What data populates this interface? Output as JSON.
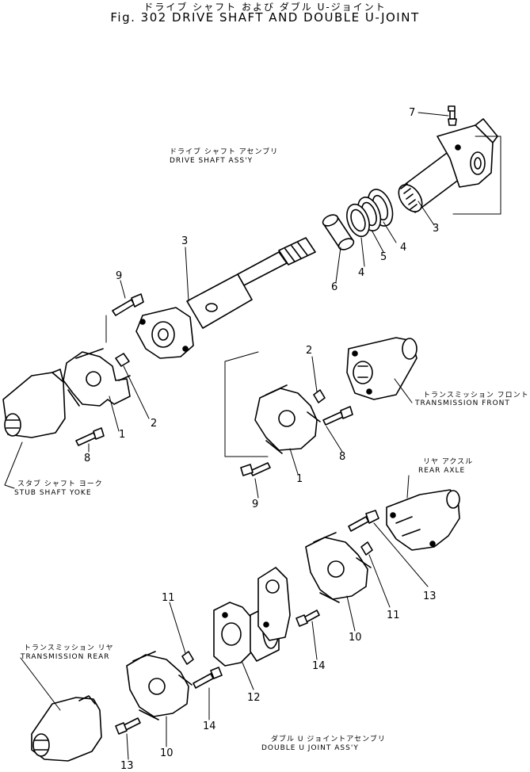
{
  "header": {
    "title_jp": "ドライブ シャフト および ダブル U-ジョイント",
    "title_en": "Fig. 302  DRIVE SHAFT AND DOUBLE U-JOINT"
  },
  "labels": {
    "drive_jp": "ドライブ シャフト アセンブリ",
    "drive_en": "DRIVE SHAFT ASS'Y",
    "trans_front_jp": "トランスミッション フロント",
    "trans_front_en": "TRANSMISSION FRONT",
    "stub_jp": "スタブ シャフト ヨーク",
    "stub_en": "STUB SHAFT YOKE",
    "rear_axle_jp": "リヤ アクスル",
    "rear_axle_en": "REAR AXLE",
    "trans_rear_jp": "トランスミッション リヤ",
    "trans_rear_en": "TRANSMISSION REAR",
    "double_jp": "ダブル U ジョイントアセンブリ",
    "double_en": "DOUBLE U JOINT ASS'Y"
  },
  "callouts": {
    "n7": "7",
    "n3a": "3",
    "n3b": "3",
    "n4a": "4",
    "n4b": "4",
    "n5": "5",
    "n6": "6",
    "n9a": "9",
    "n2a": "2",
    "n1a": "1",
    "n8a": "8",
    "n2b": "2",
    "n8b": "8",
    "n1b": "1",
    "n9b": "9",
    "n13a": "13",
    "n11a": "11",
    "n10a": "10",
    "n14a": "14",
    "n11b": "11",
    "n12": "12",
    "n14b": "14",
    "n10b": "10",
    "n13b": "13"
  }
}
